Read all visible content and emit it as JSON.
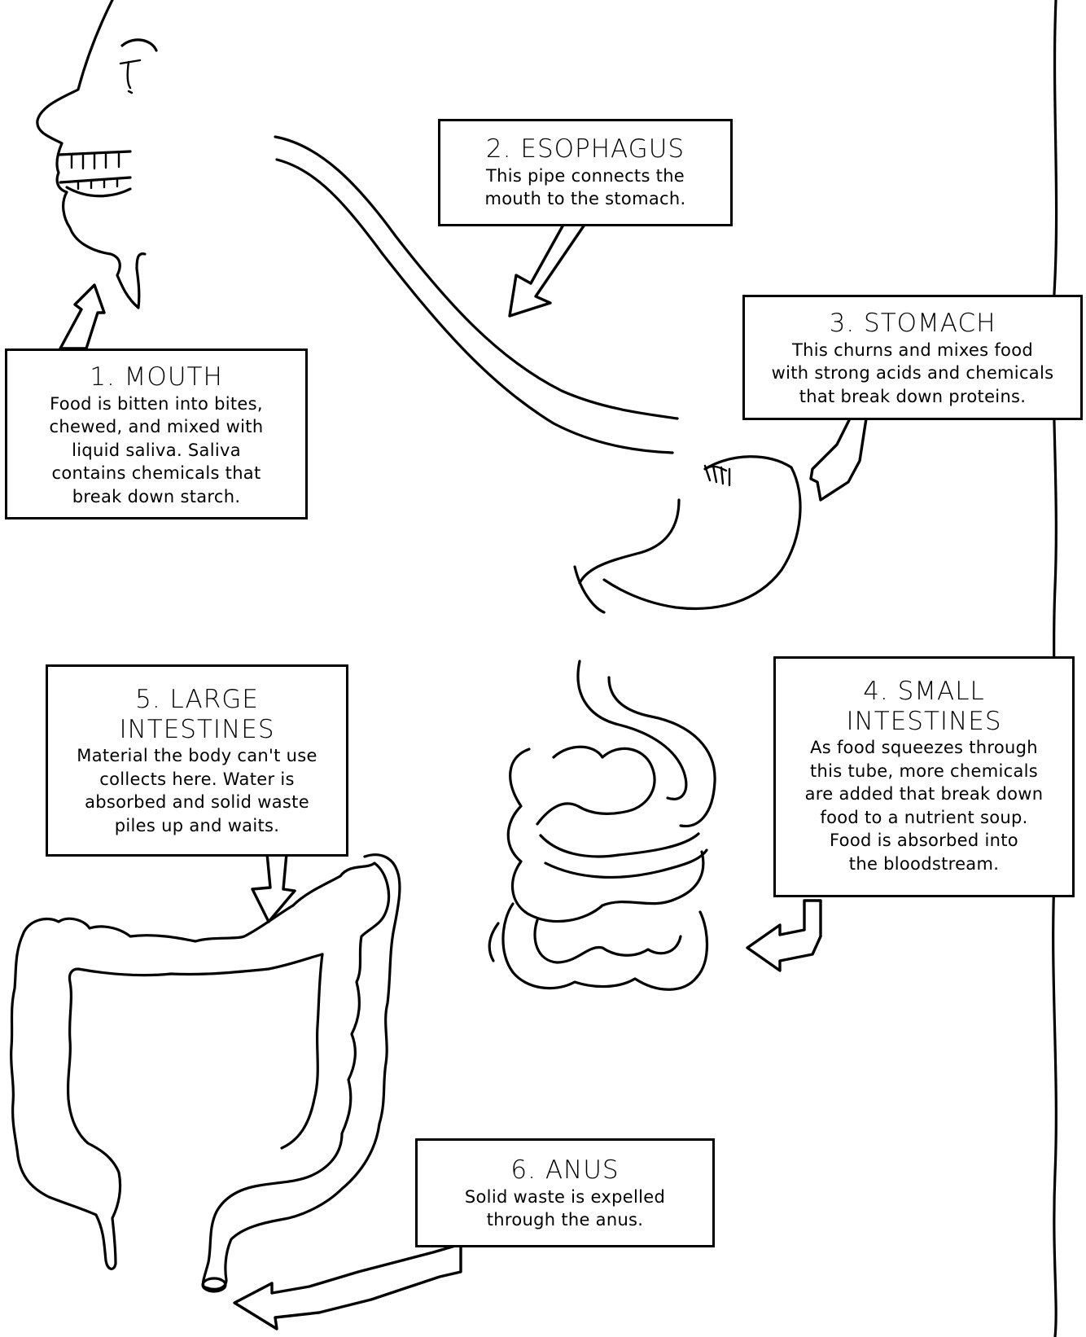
{
  "steps": [
    {
      "title": "1. MOUTH",
      "desc": "Food is bitten into bites,\nchewed, and mixed with\nliquid saliva. Saliva\ncontains chemicals that\nbreak down starch."
    },
    {
      "title": "2. ESOPHAGUS",
      "desc": "This pipe connects the\nmouth to the stomach."
    },
    {
      "title": "3. STOMACH",
      "desc": "This churns and mixes food\nwith strong acids and chemicals\nthat break down proteins."
    },
    {
      "title": "4. SMALL\nINTESTINES",
      "desc": "As food squeezes through\nthis tube, more chemicals\nare added that break down\nfood to a nutrient soup.\nFood is absorbed into\nthe bloodstream."
    },
    {
      "title": "5. LARGE\nINTESTINES",
      "desc": "Material the body can't use\ncollects here. Water is\nabsorbed and solid waste\npiles up and waits."
    },
    {
      "title": "6. ANUS",
      "desc": "Solid waste is expelled\nthrough the anus."
    }
  ]
}
